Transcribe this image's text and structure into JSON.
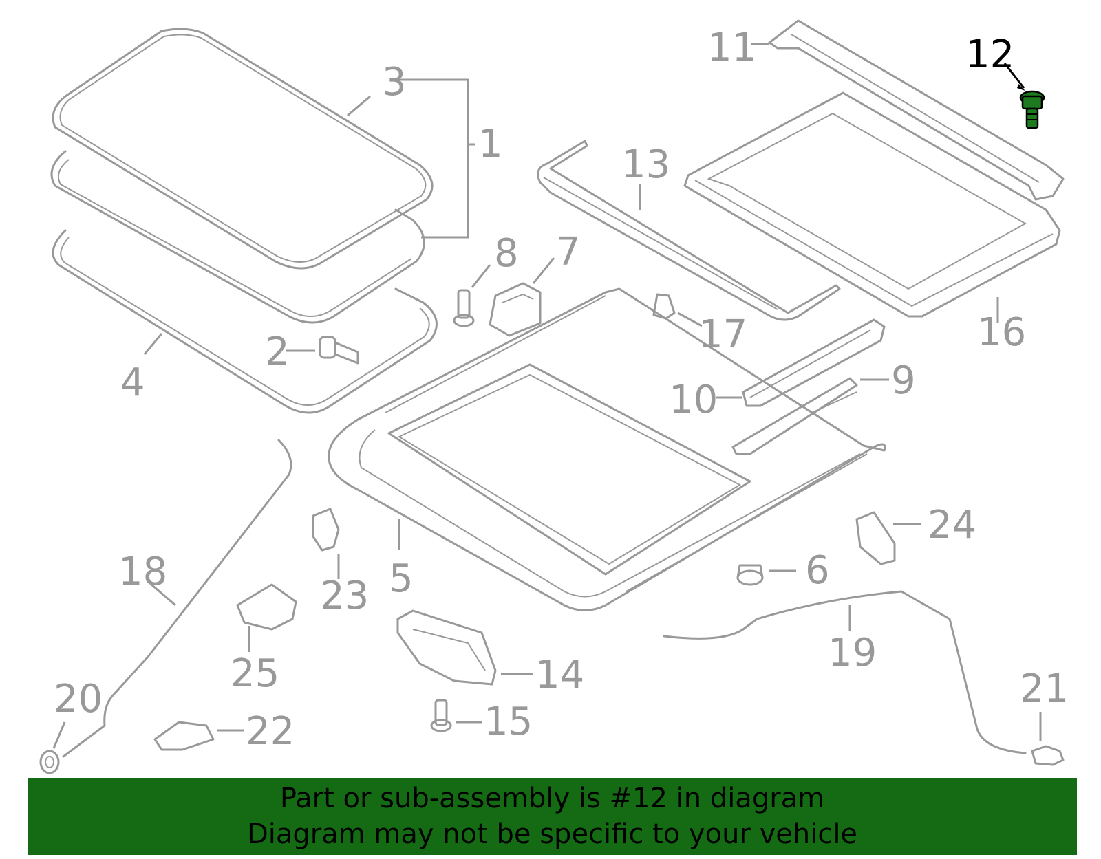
{
  "diagram": {
    "highlight_part": "12",
    "highlight_color": "#1e7a1e",
    "line_color": "#999999",
    "callouts": [
      "1",
      "2",
      "3",
      "4",
      "5",
      "6",
      "7",
      "8",
      "9",
      "10",
      "11",
      "12",
      "13",
      "14",
      "15",
      "16",
      "17",
      "18",
      "19",
      "20",
      "21",
      "22",
      "23",
      "24",
      "25"
    ]
  },
  "banner": {
    "line1": "Part or sub-assembly is #12 in diagram",
    "line2": "Diagram may not be specific to your vehicle",
    "background": "#146b14"
  }
}
